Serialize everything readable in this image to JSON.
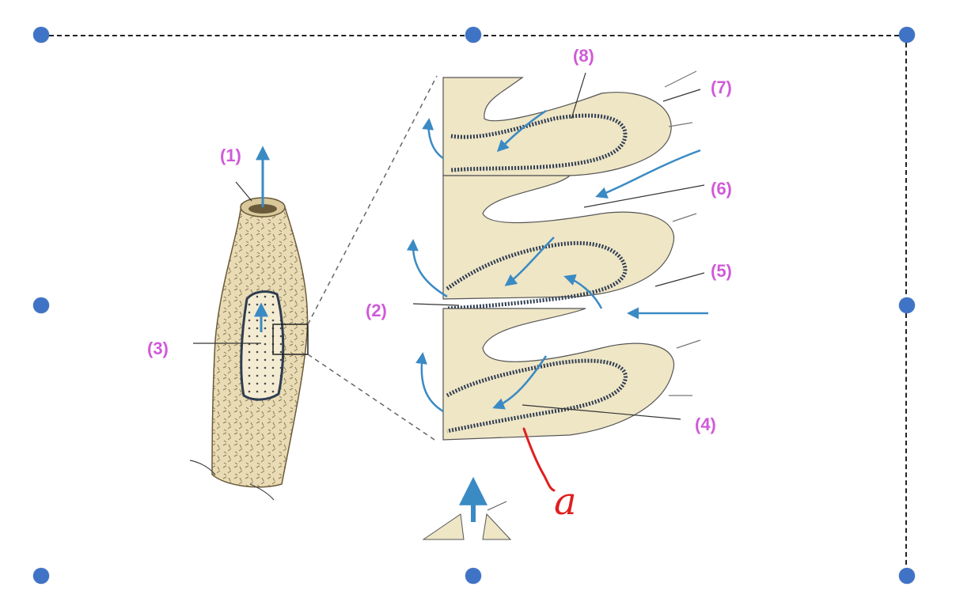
{
  "labels": {
    "l1": "(1)",
    "l2": "(2)",
    "l3": "(3)",
    "l4": "(4)",
    "l5": "(5)",
    "l6": "(6)",
    "l7": "(7)",
    "l8": "(8)"
  },
  "handwriting": "a",
  "colors": {
    "label": "#d05ad8",
    "arrow": "#3a8ac4",
    "tissue": "#efe6c6",
    "collar": "#2f3d52",
    "annotation": "#e01e1e",
    "handle": "#3f73c6"
  }
}
